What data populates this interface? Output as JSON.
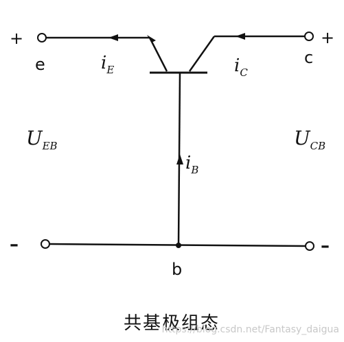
{
  "terminals": {
    "emitter": {
      "sign": "+",
      "letter": "e"
    },
    "collector": {
      "sign": "+",
      "letter": "c"
    },
    "base_left": {
      "sign": "–"
    },
    "base_right": {
      "sign": "–"
    },
    "base": {
      "letter": "b"
    }
  },
  "currents": {
    "emitter": {
      "symbol": "i",
      "sub": "E"
    },
    "collector": {
      "symbol": "i",
      "sub": "C"
    },
    "base": {
      "symbol": "i",
      "sub": "B"
    }
  },
  "voltages": {
    "left": {
      "symbol": "U",
      "sub": "EB"
    },
    "right": {
      "symbol": "U",
      "sub": "CB"
    }
  },
  "caption": "共基极组态",
  "watermark": "https://blog.csdn.net/Fantasy_daigua",
  "colors": {
    "line": "#111111",
    "background": "#ffffff",
    "watermark": "#c8c8c8"
  }
}
